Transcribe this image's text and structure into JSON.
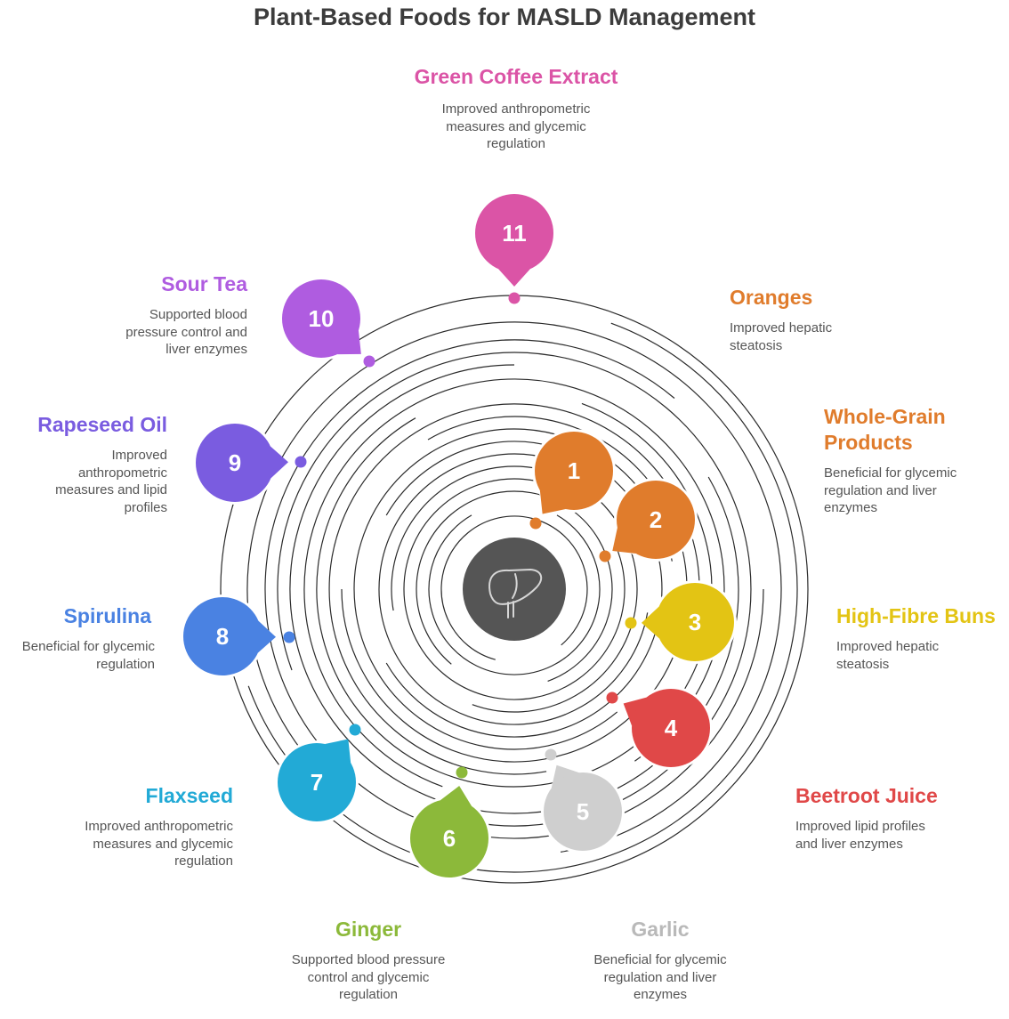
{
  "title": "Plant-Based Foods for MASLD Management",
  "center": {
    "icon": "liver-icon",
    "color": "#555555"
  },
  "items": [
    {
      "number": "1",
      "name": "Oranges",
      "description": "Improved hepatic steatosis",
      "color": "#E07C2C"
    },
    {
      "number": "2",
      "name": "Whole-Grain Products",
      "description": "Beneficial for glycemic regulation and liver enzymes",
      "color": "#E07C2C"
    },
    {
      "number": "3",
      "name": "High-Fibre Buns",
      "description": "Improved hepatic steatosis",
      "color": "#E3C414"
    },
    {
      "number": "4",
      "name": "Beetroot Juice",
      "description": "Improved lipid profiles and liver enzymes",
      "color": "#E04848"
    },
    {
      "number": "5",
      "name": "Garlic",
      "description": "Beneficial for glycemic regulation and liver enzymes",
      "color": "#CFCFCF"
    },
    {
      "number": "6",
      "name": "Ginger",
      "description": "Supported blood pressure control and glycemic regulation",
      "color": "#8CB93A"
    },
    {
      "number": "7",
      "name": "Flaxseed",
      "description": "Improved anthropometric measures and glycemic regulation",
      "color": "#22AAD6"
    },
    {
      "number": "8",
      "name": "Spirulina",
      "description": "Beneficial for glycemic regulation",
      "color": "#4A82E2"
    },
    {
      "number": "9",
      "name": "Rapeseed Oil",
      "description": "Improved anthropometric measures and lipid profiles",
      "color": "#7A5CE0"
    },
    {
      "number": "10",
      "name": "Sour Tea",
      "description": "Supported blood pressure control and liver enzymes",
      "color": "#AF5CE0"
    },
    {
      "number": "11",
      "name": "Green Coffee Extract",
      "description": "Improved anthropometric measures and glycemic regulation",
      "color": "#DB54A6"
    }
  ]
}
